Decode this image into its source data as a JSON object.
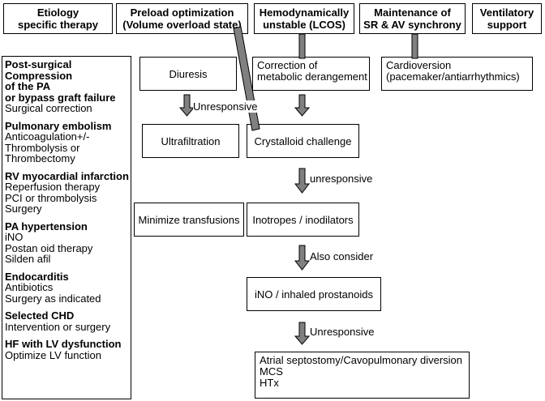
{
  "headers": {
    "etiology": [
      "Etiology",
      "specific therapy"
    ],
    "preload": [
      "Preload optimization",
      "(Volume overload state)"
    ],
    "hemo": [
      "Hemodynamically",
      "unstable (LCOS)"
    ],
    "sr": [
      "Maintenance of",
      "SR & AV synchrony"
    ],
    "vent": [
      "Ventilatory",
      "support"
    ]
  },
  "etiology_list": [
    {
      "title": [
        "Post-surgical",
        "Compression",
        "of the PA",
        "or bypass graft failure"
      ],
      "items": [
        "Surgical correction"
      ]
    },
    {
      "title": [
        "Pulmonary embolism"
      ],
      "items": [
        "Anticoagulation+/-",
        "Thrombolysis or",
        "Thrombectomy"
      ]
    },
    {
      "title": [
        "RV myocardial infarction"
      ],
      "items": [
        "Reperfusion therapy",
        "PCI or thrombolysis",
        "Surgery"
      ]
    },
    {
      "title": [
        "PA hypertension"
      ],
      "items": [
        "iNO",
        "Postan oid therapy",
        "Silden afil"
      ]
    },
    {
      "title": [
        "Endocarditis"
      ],
      "items": [
        "Antibiotics",
        "Surgery as indicated"
      ]
    },
    {
      "title": [
        "Selected CHD"
      ],
      "items": [
        "Intervention or surgery"
      ]
    },
    {
      "title": [
        "HF with LV dysfunction"
      ],
      "items": [
        "Optimize LV function"
      ]
    }
  ],
  "nodes": {
    "diuresis": "Diuresis",
    "ultrafiltration": "Ultrafiltration",
    "minimize_transfusions": "Minimize transfusions",
    "metabolic": [
      "Correction of",
      "metabolic derangement"
    ],
    "crystalloid": "Crystalloid challenge",
    "inotropes": "Inotropes / inodilators",
    "ino": "iNO / inhaled prostanoids",
    "final": [
      "Atrial septostomy/Cavopulmonary diversion",
      "MCS",
      "HTx"
    ],
    "cardioversion": [
      "Cardioversion",
      "(pacemaker/antiarrhythmics)"
    ]
  },
  "arrow_labels": {
    "unresponsive1": "Unresponsive",
    "unresponsive2": "unresponsive",
    "also_consider": "Also consider",
    "unresponsive3": "Unresponsive"
  },
  "colors": {
    "arrow_fill": "#808080",
    "stroke": "#000000"
  }
}
